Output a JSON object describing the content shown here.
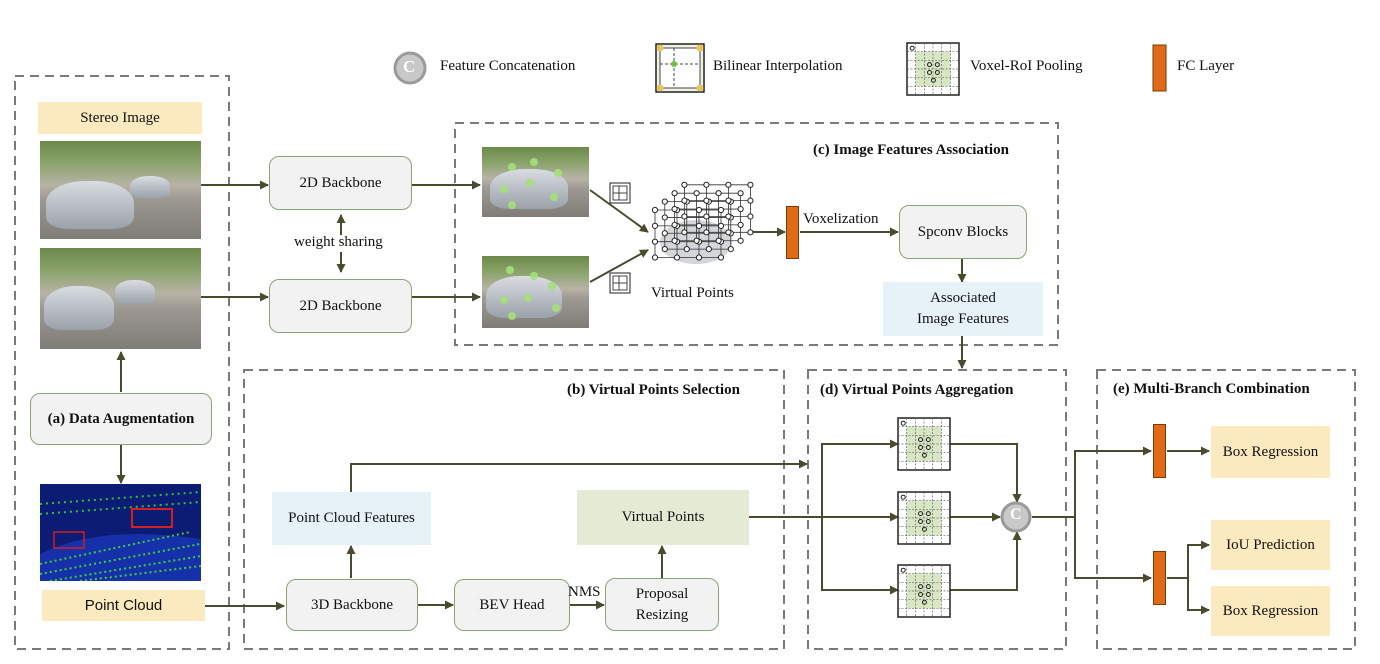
{
  "legend": {
    "concat_symbol": "C",
    "concat": "Feature Concatenation",
    "bilinear": "Bilinear Interpolation",
    "voxel_roi": "Voxel-RoI Pooling",
    "fc": "FC Layer"
  },
  "stage_a": {
    "stereo_image": "Stereo Image",
    "weight_sharing": "weight sharing",
    "data_augmentation": "(a) Data Augmentation",
    "point_cloud": "Point Cloud",
    "backbone_2d_top": "2D Backbone",
    "backbone_2d_bottom": "2D Backbone"
  },
  "stage_c": {
    "title": "(c) Image Features Association",
    "virtual_points": "Virtual Points",
    "voxelization": "Voxelization",
    "spconv": "Spconv Blocks",
    "associated_line1": "Associated",
    "associated_line2": "Image Features"
  },
  "stage_b": {
    "title": "(b) Virtual Points Selection",
    "pc_features": "Point Cloud Features",
    "virtual_points": "Virtual Points",
    "backbone_3d": "3D Backbone",
    "bev_head": "BEV Head",
    "nms": "NMS",
    "proposal_line1": "Proposal",
    "proposal_line2": "Resizing"
  },
  "stage_d": {
    "title": "(d) Virtual Points Aggregation",
    "concat_symbol": "C"
  },
  "stage_e": {
    "title": "(e) Multi-Branch Combination",
    "box_regression_top": "Box Regression",
    "iou_prediction": "IoU Prediction",
    "box_regression_bottom": "Box Regression"
  },
  "colors": {
    "arrow": "#4a4a2e",
    "dashed": "#7a7a7a",
    "fc_layer": "#e06a16",
    "tan_box": "#fbe9bf",
    "blue_box": "#e6f2f8",
    "green_box": "#e4ebd5",
    "rounded_border": "#8aa47a"
  }
}
